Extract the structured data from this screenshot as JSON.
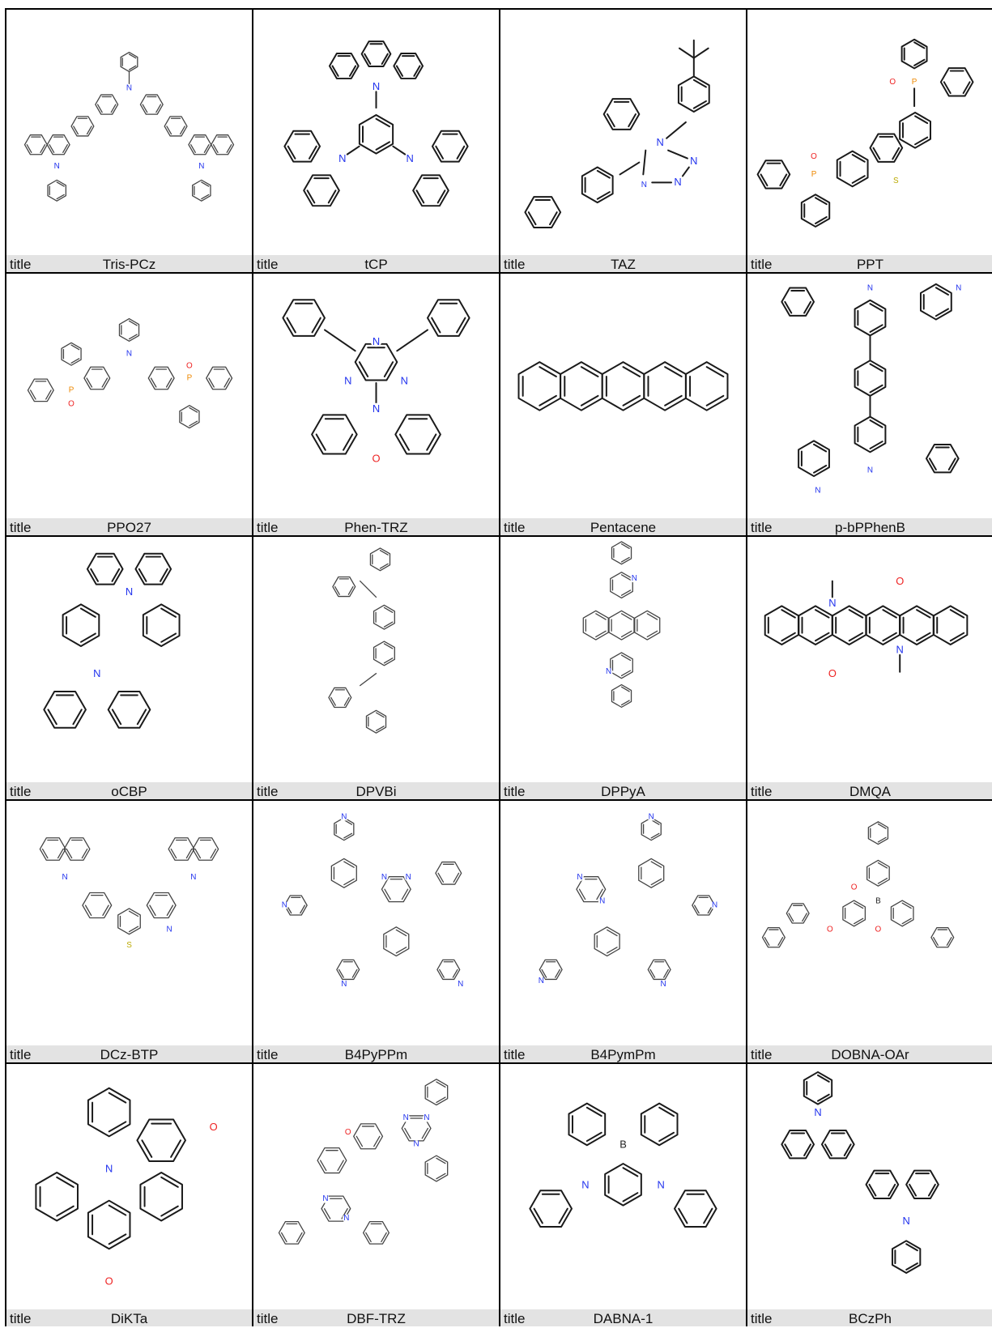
{
  "caption_key": "title",
  "molecules": [
    {
      "name": "Tris-PCz"
    },
    {
      "name": "tCP"
    },
    {
      "name": "TAZ"
    },
    {
      "name": "PPT"
    },
    {
      "name": "PPO27"
    },
    {
      "name": "Phen-TRZ"
    },
    {
      "name": "Pentacene"
    },
    {
      "name": "p-bPPhenB"
    },
    {
      "name": "oCBP"
    },
    {
      "name": "DPVBi"
    },
    {
      "name": "DPPyA"
    },
    {
      "name": "DMQA"
    },
    {
      "name": "DCz-BTP"
    },
    {
      "name": "B4PyPPm"
    },
    {
      "name": "B4PymPm"
    },
    {
      "name": "DOBNA-OAr"
    },
    {
      "name": "DiKTa"
    },
    {
      "name": "DBF-TRZ"
    },
    {
      "name": "DABNA-1"
    },
    {
      "name": "BCzPh"
    }
  ],
  "atom_labels": {
    "N": "N",
    "O": "O",
    "S": "S",
    "P": "P",
    "B": "B"
  },
  "colors": {
    "N": "#2233ee",
    "O": "#ee2222",
    "S": "#bbaa00",
    "P": "#ee8800",
    "B": "#222222",
    "caption_bg": "#e3e3e3"
  }
}
